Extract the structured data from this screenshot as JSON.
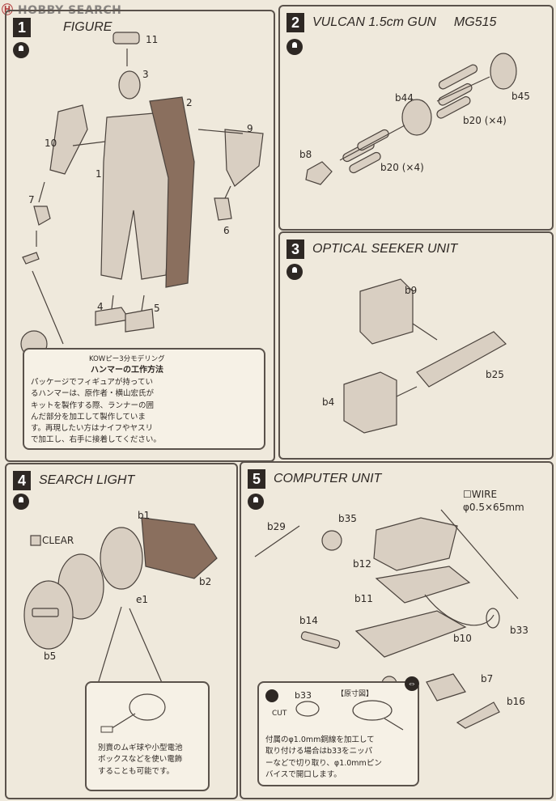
{
  "watermark": {
    "main": "HOBBY SEARCH"
  },
  "steps": [
    {
      "num": "1",
      "title": "FIGURE"
    },
    {
      "num": "2",
      "title": "VULCAN 1.5cm GUN",
      "subtitle": "MG515"
    },
    {
      "num": "3",
      "title": "OPTICAL SEEKER UNIT"
    },
    {
      "num": "4",
      "title": "SEARCH LIGHT"
    },
    {
      "num": "5",
      "title": "COMPUTER UNIT"
    }
  ],
  "step1": {
    "parts": [
      "11",
      "3",
      "2",
      "1",
      "9",
      "10",
      "7",
      "6",
      "4",
      "5"
    ],
    "note_head1": "KOWピー3分モデリング",
    "note_head2": "ハンマーの工作方法",
    "note_lines": [
      "パッケージでフィギュアが持ってい",
      "るハンマーは、原作者・横山宏氏が",
      "キットを製作する際、ランナーの囲",
      "んだ部分を加工して製作していま",
      "す。再現したい方はナイフやヤスリ",
      "で加工し、右手に接着してください。"
    ]
  },
  "step2": {
    "parts": [
      "b45",
      "b44",
      "b20 (×4)",
      "b8",
      "b20 (×4)"
    ]
  },
  "step3": {
    "parts": [
      "b9",
      "b25",
      "b4"
    ]
  },
  "step4": {
    "parts": [
      "b1",
      "b2",
      "e1",
      "b5"
    ],
    "clear_label": "CLEAR",
    "note_lines": [
      "別賣のムギ球や小型電池",
      "ボックスなどを使い電飾",
      "することも可能です。"
    ]
  },
  "step5": {
    "wire_label": "WIRE",
    "wire_spec": "φ0.5×65mm",
    "parts": [
      "b29",
      "b35",
      "b12",
      "b11",
      "b14",
      "b10",
      "b33",
      "b7",
      "b16"
    ],
    "note_part": "b33",
    "note_tag": "【原寸図】",
    "note_cut": "CUT",
    "note_lines": [
      "付属のφ1.0mm銅線を加工して",
      "取り付ける場合はb33をニッパ",
      "ーなどで切り取り、φ1.0mmピン",
      "バイスで開口します。"
    ]
  }
}
